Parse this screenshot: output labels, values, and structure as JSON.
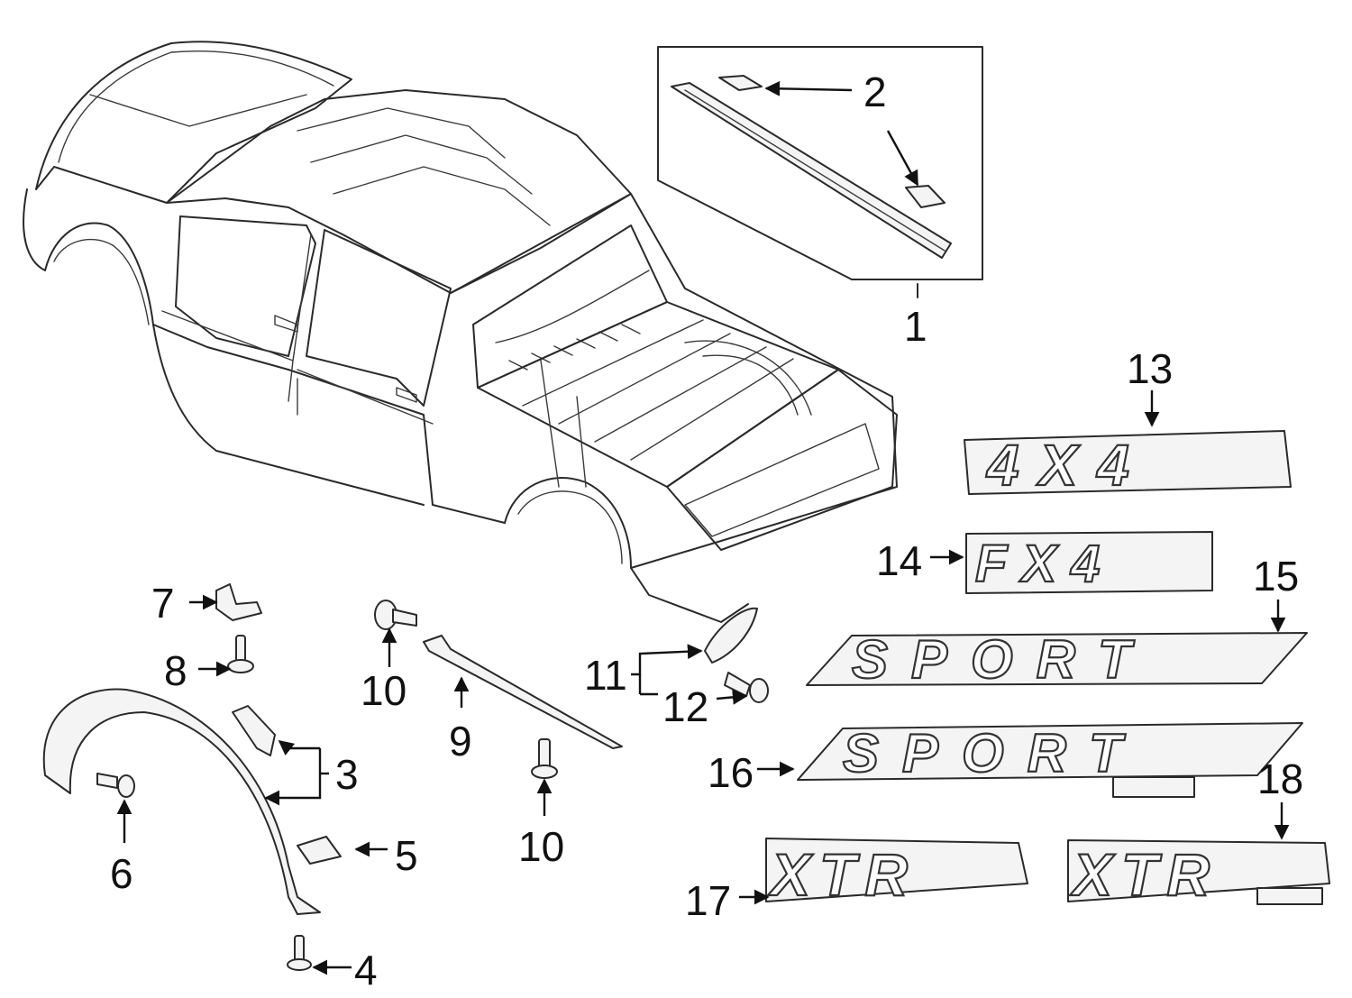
{
  "callouts": {
    "c1": "1",
    "c2": "2",
    "c3": "3",
    "c4": "4",
    "c5": "5",
    "c6": "6",
    "c7": "7",
    "c8": "8",
    "c9": "9",
    "c10a": "10",
    "c10b": "10",
    "c11": "11",
    "c12": "12",
    "c13": "13",
    "c14": "14",
    "c15": "15",
    "c16": "16",
    "c17": "17",
    "c18": "18"
  },
  "emblems": {
    "e13": "4X4",
    "e14": "FX4",
    "e15": "SPORT",
    "e16": "SPORT",
    "e17": "XTR",
    "e18": "XTR"
  },
  "colors": {
    "line": "#2a2a2a",
    "background": "#ffffff"
  }
}
